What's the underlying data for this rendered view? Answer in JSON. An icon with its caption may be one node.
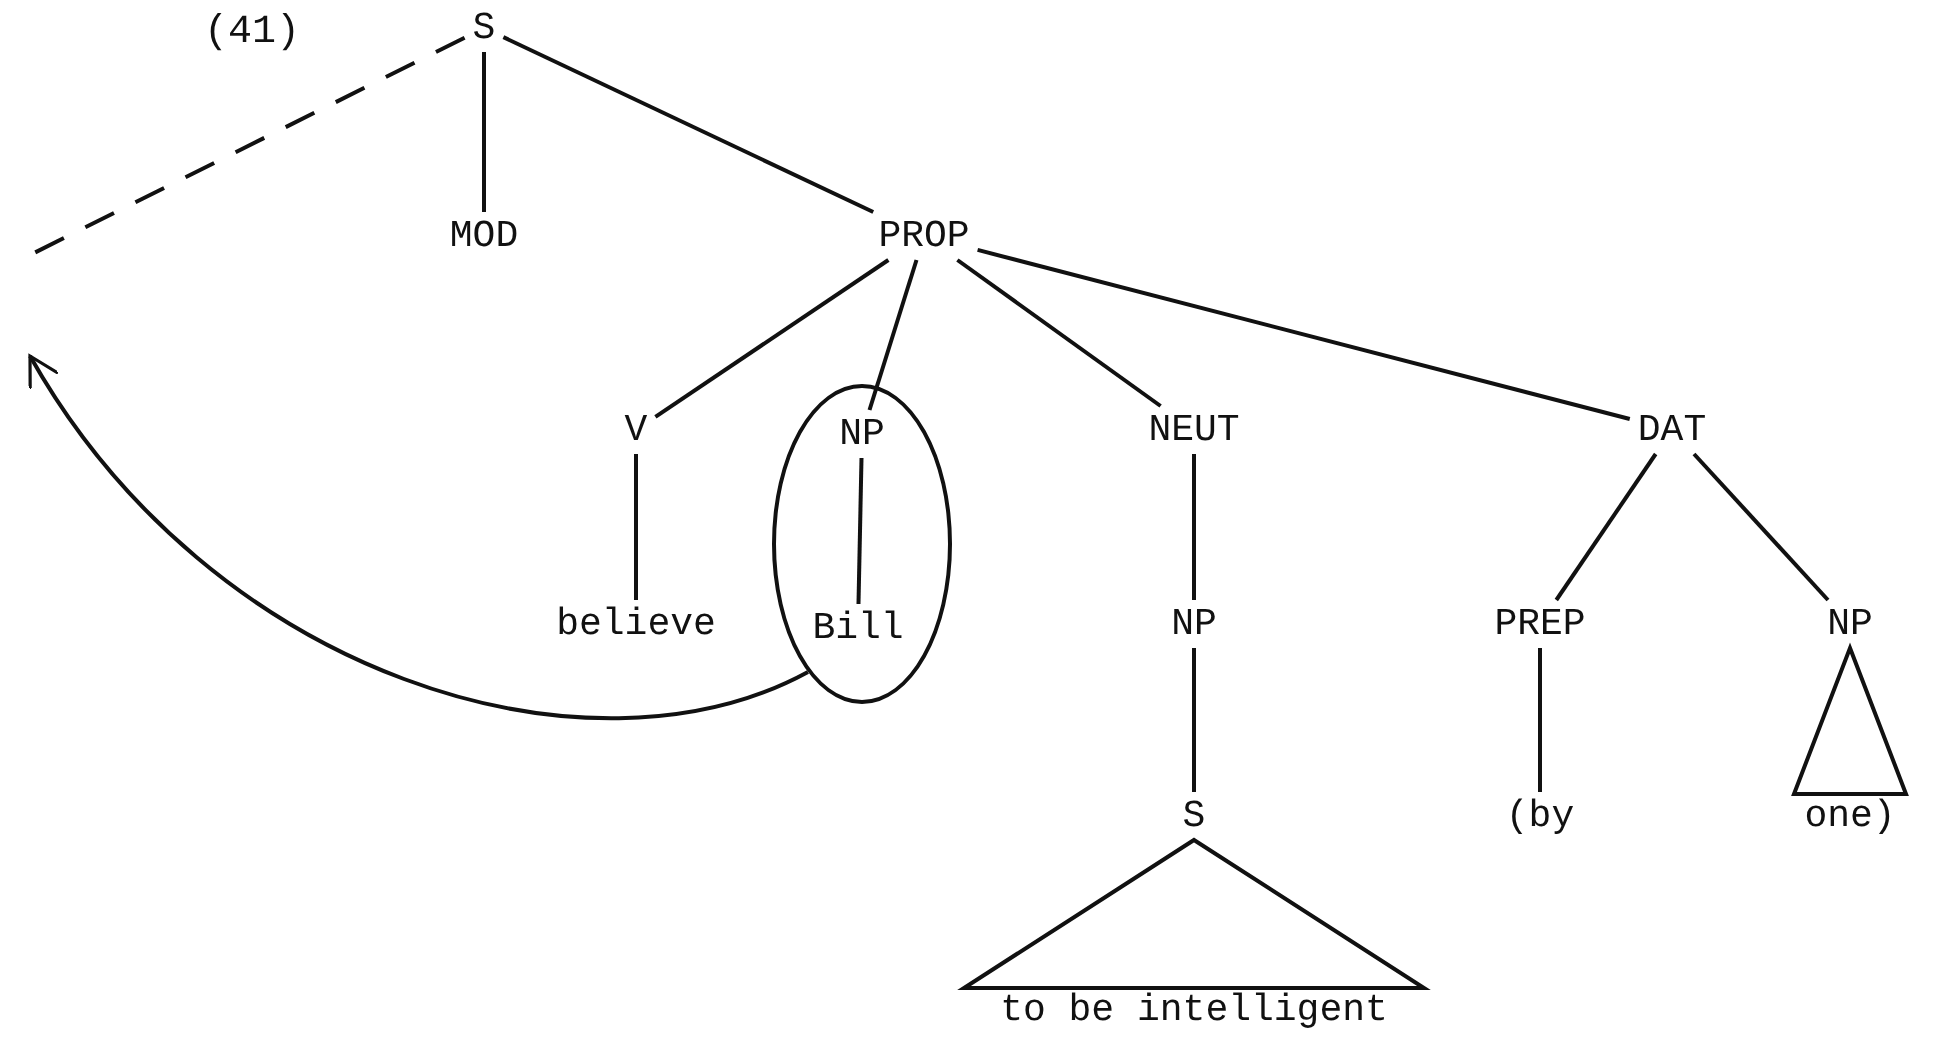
{
  "diagram": {
    "nodes": [
      {
        "text": [
          "S"
        ]
      },
      {
        "text": [
          "MOD"
        ]
      },
      {
        "text": [
          "PROP"
        ]
      },
      {
        "text": [
          "V"
        ]
      },
      {
        "text": [],
        "shape": "ellipse"
      },
      {
        "text": [
          "NP"
        ],
        "in": 4
      },
      {
        "text": [
          "NEUT"
        ]
      },
      {
        "text": [
          "DAT"
        ]
      },
      {
        "text": [
          "believe"
        ]
      },
      {
        "text": [
          "Bill"
        ],
        "in": 4
      },
      {
        "text": [
          "NP"
        ]
      },
      {
        "text": [
          "PREP"
        ]
      },
      {
        "text": [
          "NP"
        ]
      },
      {
        "text": [
          "S"
        ]
      },
      {
        "text": [
          "(by"
        ]
      },
      {
        "text": [
          "one)"
        ]
      },
      {
        "text": [
          "to be intelligent"
        ]
      }
    ],
    "edges": [
      {
        "from": 0,
        "to": 1,
        "arrow": "none"
      },
      {
        "from": 0,
        "to": 2,
        "arrow": "none"
      },
      {
        "from": 0,
        "to": null,
        "arrow": "none",
        "style": "dashed"
      },
      {
        "from": 2,
        "to": 3,
        "arrow": "none"
      },
      {
        "from": 2,
        "to": 5,
        "arrow": "none"
      },
      {
        "from": 2,
        "to": 6,
        "arrow": "none"
      },
      {
        "from": 2,
        "to": 7,
        "arrow": "none"
      },
      {
        "from": 3,
        "to": 8,
        "arrow": "none"
      },
      {
        "from": 5,
        "to": 9,
        "arrow": "none"
      },
      {
        "from": 6,
        "to": 10,
        "arrow": "none"
      },
      {
        "from": 7,
        "to": 11,
        "arrow": "none"
      },
      {
        "from": 7,
        "to": 12,
        "arrow": "none"
      },
      {
        "from": 10,
        "to": 13,
        "arrow": "none"
      },
      {
        "from": 11,
        "to": 14,
        "arrow": "none"
      },
      {
        "from": 12,
        "to": 15,
        "arrow": "none"
      },
      {
        "from": 13,
        "to": 16,
        "arrow": "none"
      },
      {
        "from": 4,
        "to": null,
        "arrow": "to"
      }
    ],
    "labels": [
      "(41)"
    ]
  }
}
